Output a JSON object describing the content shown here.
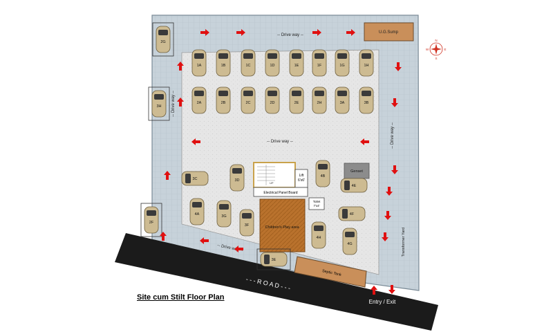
{
  "title": "Site cum Stilt Floor Plan",
  "labels": {
    "drive_way_top": "-- Drive way --",
    "drive_way_middle": "-- Drive way --",
    "drive_way_left": "-- Drive way --",
    "drive_way_right": "-- Drive way --",
    "drive_way_bottom": "-- Drive way --",
    "ug_sump": "U.G.Sump",
    "genset": "Genset",
    "lift": "Lift",
    "lift_size": "6'x6'",
    "up": "UP",
    "electrical_panel": "Electrical Panel Board",
    "toilet": "Toilet",
    "toilet_size": "7'x4'",
    "play_area": "Children's Play area",
    "septic_tank": "Septic Tank",
    "transformer_yard": "Transformer Yard",
    "road": "- - - R O A D - - -",
    "entry_exit": "Entry / Exit"
  },
  "compass": {
    "n": "N",
    "s": "S",
    "e": "E",
    "w": "W"
  },
  "parking": {
    "slot_2g": "2G",
    "slot_1a": "1A",
    "slot_1b": "1B",
    "slot_1c": "1C",
    "slot_1d": "1D",
    "slot_1e": "1E",
    "slot_1f": "1F",
    "slot_1g": "1G",
    "slot_1h": "1H",
    "slot_3h": "3H",
    "slot_2a": "2A",
    "slot_2b": "2B",
    "slot_2c": "2C",
    "slot_2d": "2D",
    "slot_2e": "2E",
    "slot_2h": "2H",
    "slot_3a": "3A",
    "slot_3b": "3B",
    "slot_3c": "3C",
    "slot_3d": "3D",
    "slot_4b": "4B",
    "slot_4e": "4E",
    "slot_2f": "2F",
    "slot_4a": "4A",
    "slot_3g": "3G",
    "slot_3f": "3F",
    "slot_4f": "4F",
    "slot_4h": "4H",
    "slot_4g": "4G",
    "slot_3e": "3E"
  },
  "colors": {
    "paving": "#c5d0d8",
    "slab": "#e4e4e4",
    "car_body": "#cdbb92",
    "arrow": "#e01010",
    "road": "#1b1b1b",
    "sump": "#c98f5a",
    "genset": "#8c8c8c",
    "play_area": "#b9722d"
  }
}
